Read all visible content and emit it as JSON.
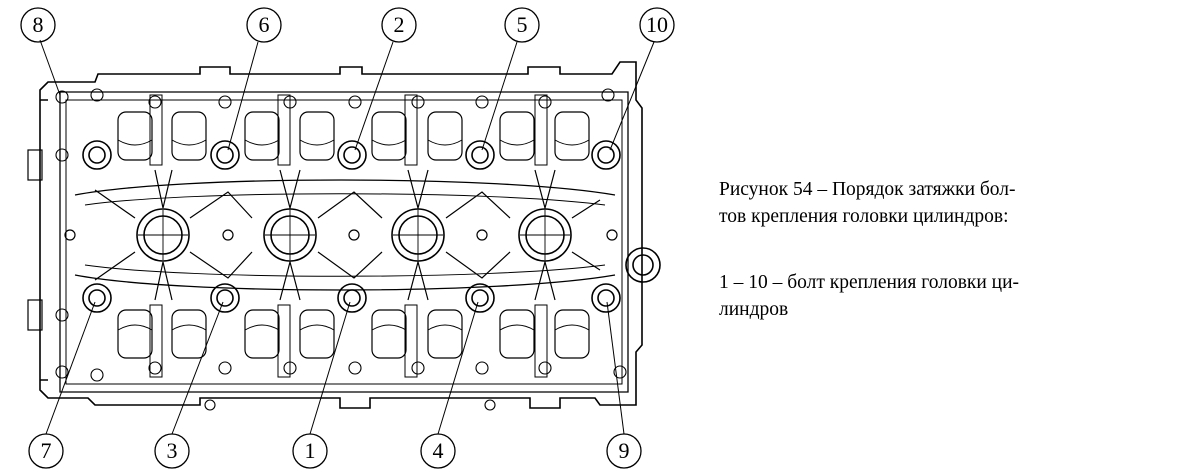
{
  "figure": {
    "caption_lines": [
      "Рисунок 54 – Порядок затяжки бол-",
      "тов крепления головки цилиндров:"
    ],
    "legend_lines": [
      "1 – 10 – болт крепления головки ци-",
      "линдров"
    ]
  },
  "callouts": {
    "top": [
      "8",
      "6",
      "2",
      "5",
      "10"
    ],
    "bottom": [
      "7",
      "3",
      "1",
      "4",
      "9"
    ]
  }
}
